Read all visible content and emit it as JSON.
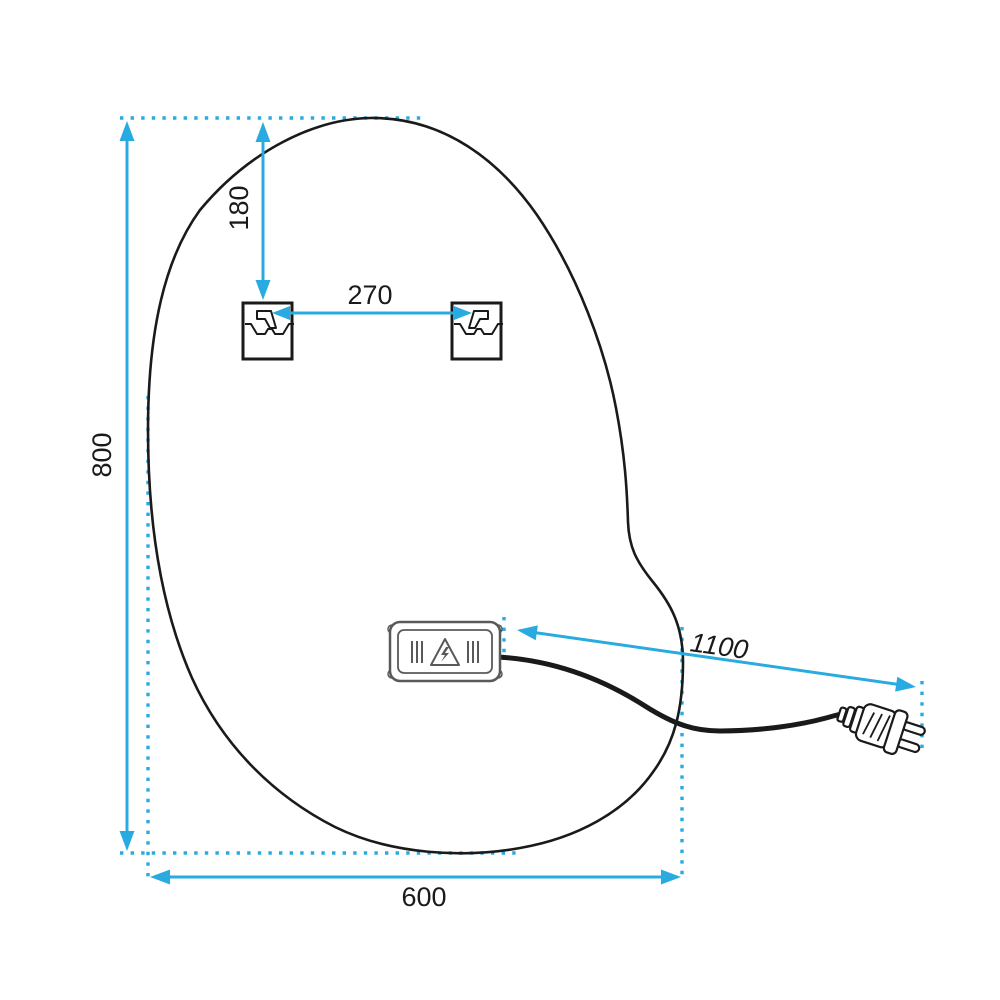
{
  "page": {
    "background": "#ffffff"
  },
  "diagram": {
    "type": "technical-drawing",
    "subject": "irregular organic-shaped mirror with two mounting brackets, LED driver junction box and power cable with EU plug",
    "accent_color": "#29abe2",
    "line_color": "#1a1a1a",
    "box_color": "#58595b",
    "labels": {
      "height": "800",
      "width": "600",
      "top_to_bracket": "180",
      "bracket_spacing": "270",
      "cable_length": "1100"
    }
  }
}
